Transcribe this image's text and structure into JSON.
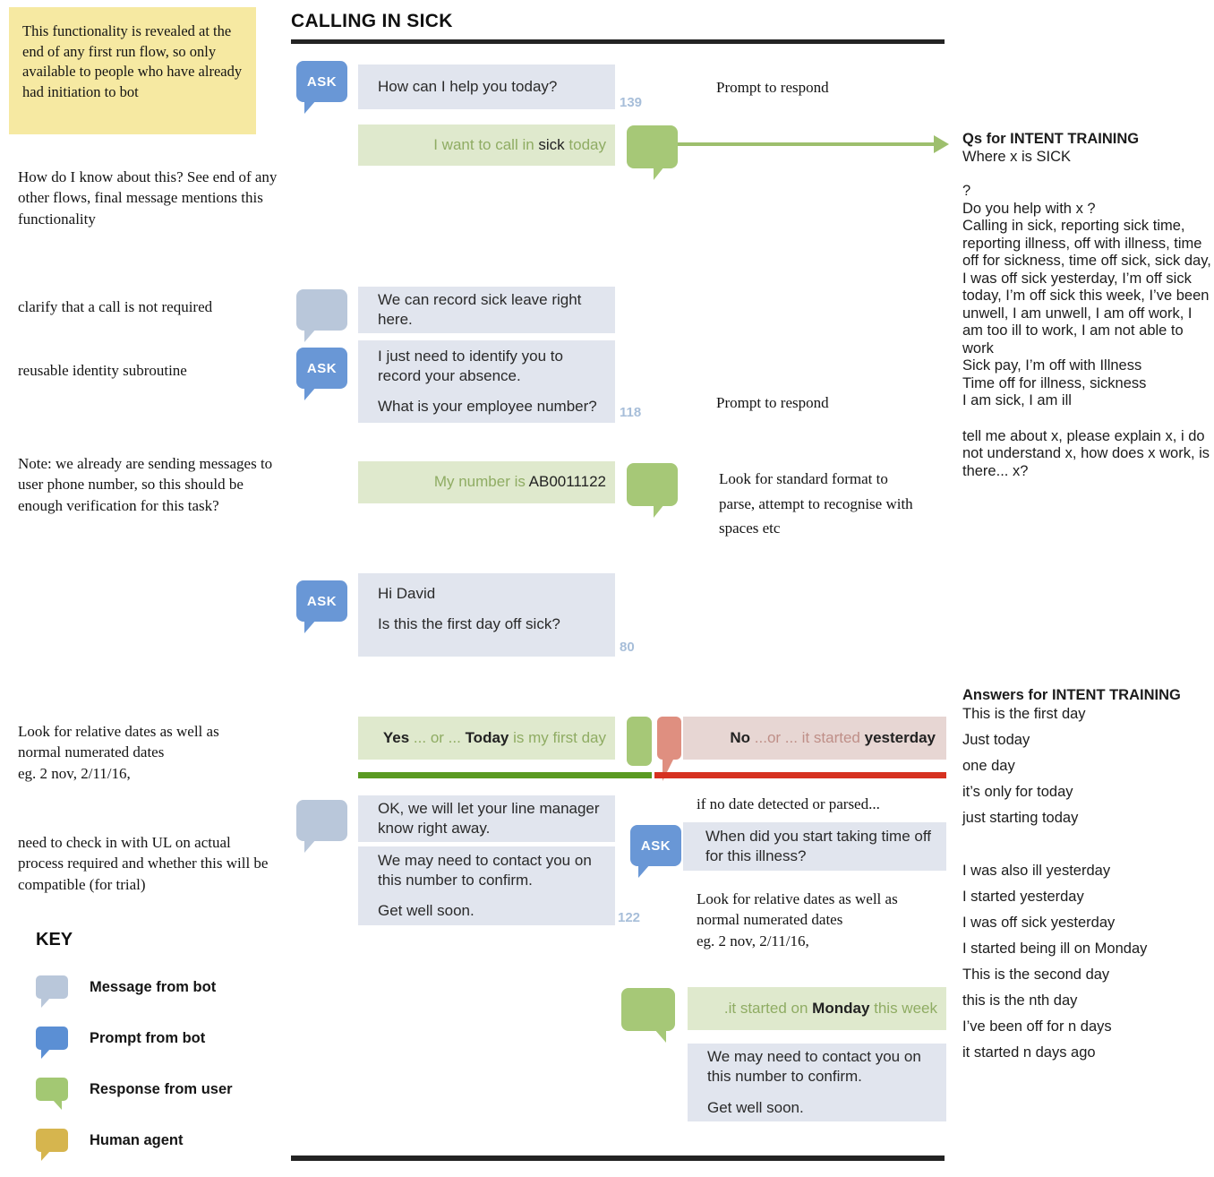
{
  "title": "CALLING IN SICK",
  "notes": {
    "sticky": "This functionality is revealed at the end of any first run flow, so only available to people who have already had initiation to bot",
    "how_know": "How do I know about this? See end of any other flows, final message mentions this functionality",
    "clarify": "clarify that a call is not required",
    "reusable": "reusable identity subroutine",
    "verification": "Note: we already are sending messages to user phone number, so this should be enough verification for this task?",
    "relative_dates_left": "Look for relative dates as well as normal numerated dates\neg. 2 nov, 2/11/16,",
    "check_ul": "need to check in with UL on actual process required and whether this will be compatible (for trial)"
  },
  "flow": {
    "ask_label": "ASK",
    "prompt_to_respond_1": "Prompt to respond",
    "prompt_to_respond_2": "Prompt to respond",
    "msg_help": "How can I help you today?",
    "num_help": "139",
    "user_sick": [
      {
        "t": "I want to call in ",
        "c": "g"
      },
      {
        "t": "sick",
        "c": "d"
      },
      {
        "t": " today",
        "c": "g"
      }
    ],
    "msg_record": "We can record sick leave right here.",
    "msg_identify_1": "I just need to identify you to record your absence.",
    "msg_identify_2": "What is your employee number?",
    "num_identify": "118",
    "user_number": [
      {
        "t": "My number is ",
        "c": "g"
      },
      {
        "t": "AB0011122",
        "c": "d"
      }
    ],
    "note_parse": "Look for standard format to parse, attempt to recognise with spaces etc",
    "msg_hi_1": "Hi David",
    "msg_hi_2": "Is this the first day off sick?",
    "num_hi": "80",
    "user_yes": [
      {
        "t": "Yes",
        "c": "b"
      },
      {
        "t": " ... or ... ",
        "c": "g"
      },
      {
        "t": "Today",
        "c": "b"
      },
      {
        "t": " is my first day",
        "c": "g"
      }
    ],
    "user_no": [
      {
        "t": "No",
        "c": "b"
      },
      {
        "t": "  ...or ... it started ",
        "c": "r"
      },
      {
        "t": "yesterday",
        "c": "b"
      }
    ],
    "note_no_date": "if no date detected or parsed...",
    "msg_ok": "OK, we will let your line manager know right away.",
    "msg_contact_1": "We may need to contact you on this number to confirm.",
    "msg_contact_2": "Get well soon.",
    "num_contact": "122",
    "msg_when": "When did you start taking time off for this illness?",
    "note_relative": "Look for relative dates as well as normal numerated dates\neg. 2 nov, 2/11/16,",
    "user_monday": [
      {
        "t": ".it started on ",
        "c": "g"
      },
      {
        "t": "Monday",
        "c": "b"
      },
      {
        "t": " this week",
        "c": "g"
      }
    ]
  },
  "qs": {
    "heading": "Qs for INTENT TRAINING",
    "subheading": "Where x is SICK",
    "body": "?\nDo you help with x ?\nCalling in sick, reporting sick time, reporting illness, off with illness, time off for sickness, time off sick, sick day, I was off sick yesterday, I’m off sick today, I’m off sick this week, I’ve been unwell, I am unwell, I am off work, I am too ill to work, I am not able to work\nSick pay, I’m off with Illness\nTime off for illness, sickness\n I am sick, I am ill",
    "body2": " tell me about x, please explain x, i do not understand x, how does x work, is there... x?"
  },
  "answers": {
    "heading": "Answers for INTENT TRAINING",
    "group1": [
      "This is the first day",
      "Just today",
      "one day",
      "it’s only for today",
      "just starting today"
    ],
    "group2": [
      "I was also ill yesterday",
      "I started yesterday",
      "I was off sick yesterday",
      "I started being ill on Monday",
      "This is the second day",
      "this is the nth day",
      "I’ve been off for n days",
      "it started n days ago"
    ]
  },
  "key": {
    "heading": "KEY",
    "items": [
      {
        "label": "Message from bot",
        "icon": "message-from-bot-icon",
        "color": "#b9c7da"
      },
      {
        "label": "Prompt from bot",
        "icon": "prompt-from-bot-icon",
        "color": "#5b8fd4"
      },
      {
        "label": "Response from user",
        "icon": "response-from-user-icon",
        "color": "#a3c873"
      },
      {
        "label": "Human agent",
        "icon": "human-agent-icon",
        "color": "#d6b54e"
      }
    ]
  },
  "colors": {
    "bot_bubble": "#e1e5ee",
    "user_bubble": "#dfe9cd",
    "no_bubble": "#e7d6d3",
    "ask_blue": "#6997d6",
    "green_line": "#5a9a21",
    "red_line": "#d63120",
    "sticky_yellow": "#f6e9a2"
  }
}
